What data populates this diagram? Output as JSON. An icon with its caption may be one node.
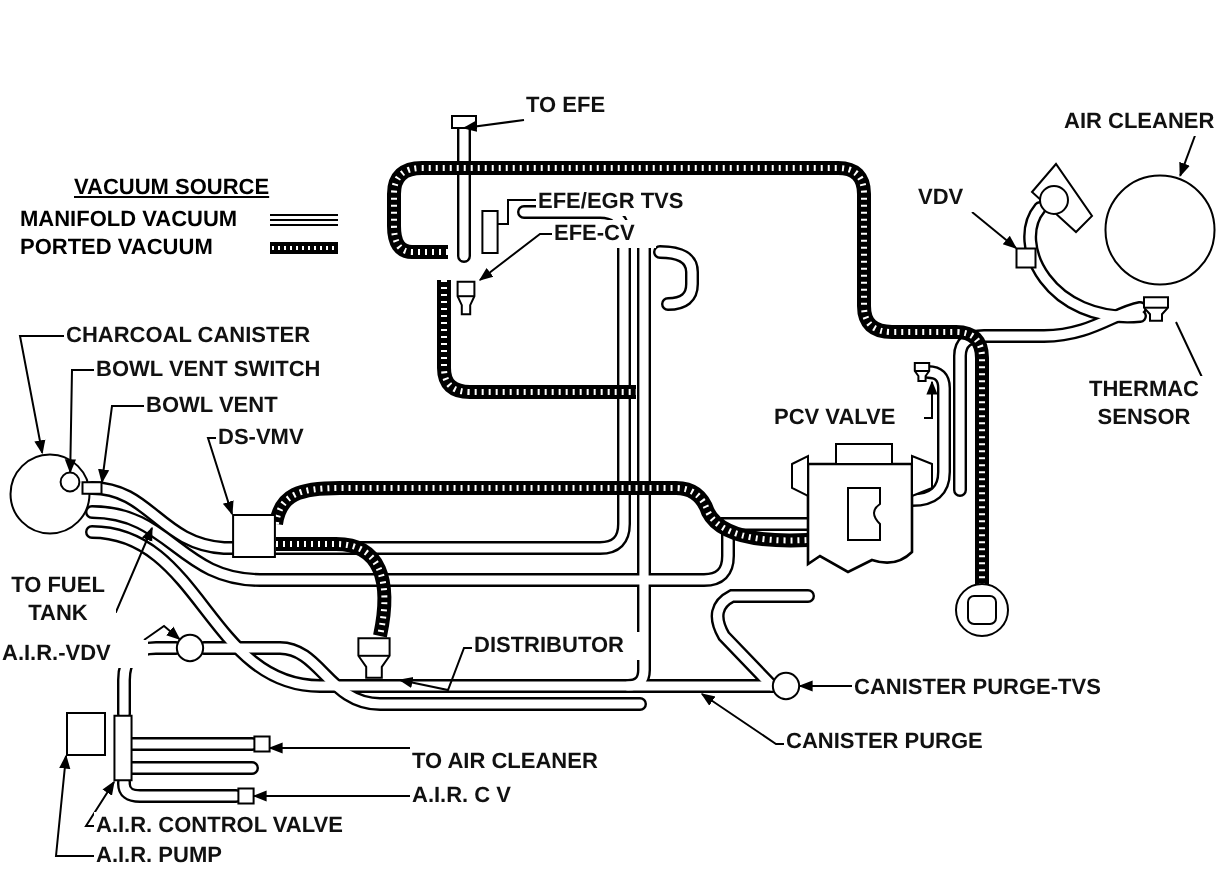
{
  "diagram": {
    "nodes": [
      {
        "text": [
          "TO EFE"
        ]
      },
      {
        "text": [
          "EFE/EGR TVS"
        ]
      },
      {
        "text": [
          "EFE-CV"
        ]
      },
      {
        "text": [
          "AIR CLEANER"
        ]
      },
      {
        "text": [
          "VDV"
        ]
      },
      {
        "text": [
          "THERMAC SENSOR"
        ]
      },
      {
        "text": [
          "PCV VALVE"
        ]
      },
      {
        "text": [
          "CHARCOAL CANISTER"
        ]
      },
      {
        "text": [
          "BOWL VENT SWITCH"
        ]
      },
      {
        "text": [
          "BOWL VENT"
        ]
      },
      {
        "text": [
          "DS-VMV"
        ]
      },
      {
        "text": [
          "TO FUEL TANK"
        ]
      },
      {
        "text": [
          "A.I.R.-VDV"
        ]
      },
      {
        "text": [
          "DISTRIBUTOR"
        ]
      },
      {
        "text": [
          "CANISTER PURGE-TVS"
        ]
      },
      {
        "text": [
          "CANISTER PURGE"
        ]
      },
      {
        "text": [
          "TO AIR CLEANER"
        ]
      },
      {
        "text": [
          "A.I.R. C V"
        ]
      },
      {
        "text": [
          "A.I.R. CONTROL VALVE"
        ]
      },
      {
        "text": [
          "A.I.R. PUMP"
        ]
      },
      {
        "text": [],
        "shape": "box"
      },
      {
        "text": [],
        "shape": "picture"
      },
      {
        "text": [],
        "shape": "circle"
      },
      {
        "text": [],
        "shape": "box"
      },
      {
        "text": [],
        "shape": "picture"
      },
      {
        "text": [],
        "shape": "picture"
      },
      {
        "text": [],
        "shape": "circle"
      },
      {
        "text": [],
        "shape": "circle",
        "in": 26
      },
      {
        "text": [],
        "shape": "box",
        "in": 26
      },
      {
        "text": [],
        "shape": "box"
      },
      {
        "text": [],
        "shape": "circle"
      },
      {
        "text": [],
        "shape": "picture"
      },
      {
        "text": [],
        "shape": "circle"
      },
      {
        "text": [],
        "shape": "box"
      },
      {
        "text": [],
        "shape": "box"
      },
      {
        "text": [],
        "shape": "box"
      },
      {
        "text": [],
        "shape": "box"
      }
    ],
    "edges": [
      {
        "from": 0,
        "to": null,
        "arrow": "to"
      },
      {
        "from": 1,
        "to": 20,
        "arrow": "none"
      },
      {
        "from": 2,
        "to": 21,
        "arrow": "to"
      },
      {
        "from": 3,
        "to": 22,
        "arrow": "to"
      },
      {
        "from": 4,
        "to": 23,
        "arrow": "to"
      },
      {
        "from": 5,
        "to": 24,
        "arrow": "none"
      },
      {
        "from": 6,
        "to": 25,
        "arrow": "to"
      },
      {
        "from": 7,
        "to": 26,
        "arrow": "to"
      },
      {
        "from": 8,
        "to": 27,
        "arrow": "to"
      },
      {
        "from": 9,
        "to": 28,
        "arrow": "to"
      },
      {
        "from": 10,
        "to": 29,
        "arrow": "to"
      },
      {
        "from": 11,
        "to": null,
        "arrow": "to"
      },
      {
        "from": 12,
        "to": 30,
        "arrow": "to"
      },
      {
        "from": 13,
        "to": 31,
        "arrow": "to"
      },
      {
        "from": 14,
        "to": 32,
        "arrow": "to"
      },
      {
        "from": 15,
        "to": null,
        "arrow": "to"
      },
      {
        "from": 16,
        "to": 36,
        "arrow": "to"
      },
      {
        "from": 17,
        "to": 35,
        "arrow": "to"
      },
      {
        "from": 18,
        "to": 33,
        "arrow": "to"
      },
      {
        "from": 19,
        "to": 34,
        "arrow": "to"
      }
    ],
    "labels": [
      "VACUUM SOURCE"
    ],
    "legend": [
      {
        "text": "MANIFOLD VACUUM"
      },
      {
        "text": "PORTED VACUUM"
      }
    ]
  }
}
